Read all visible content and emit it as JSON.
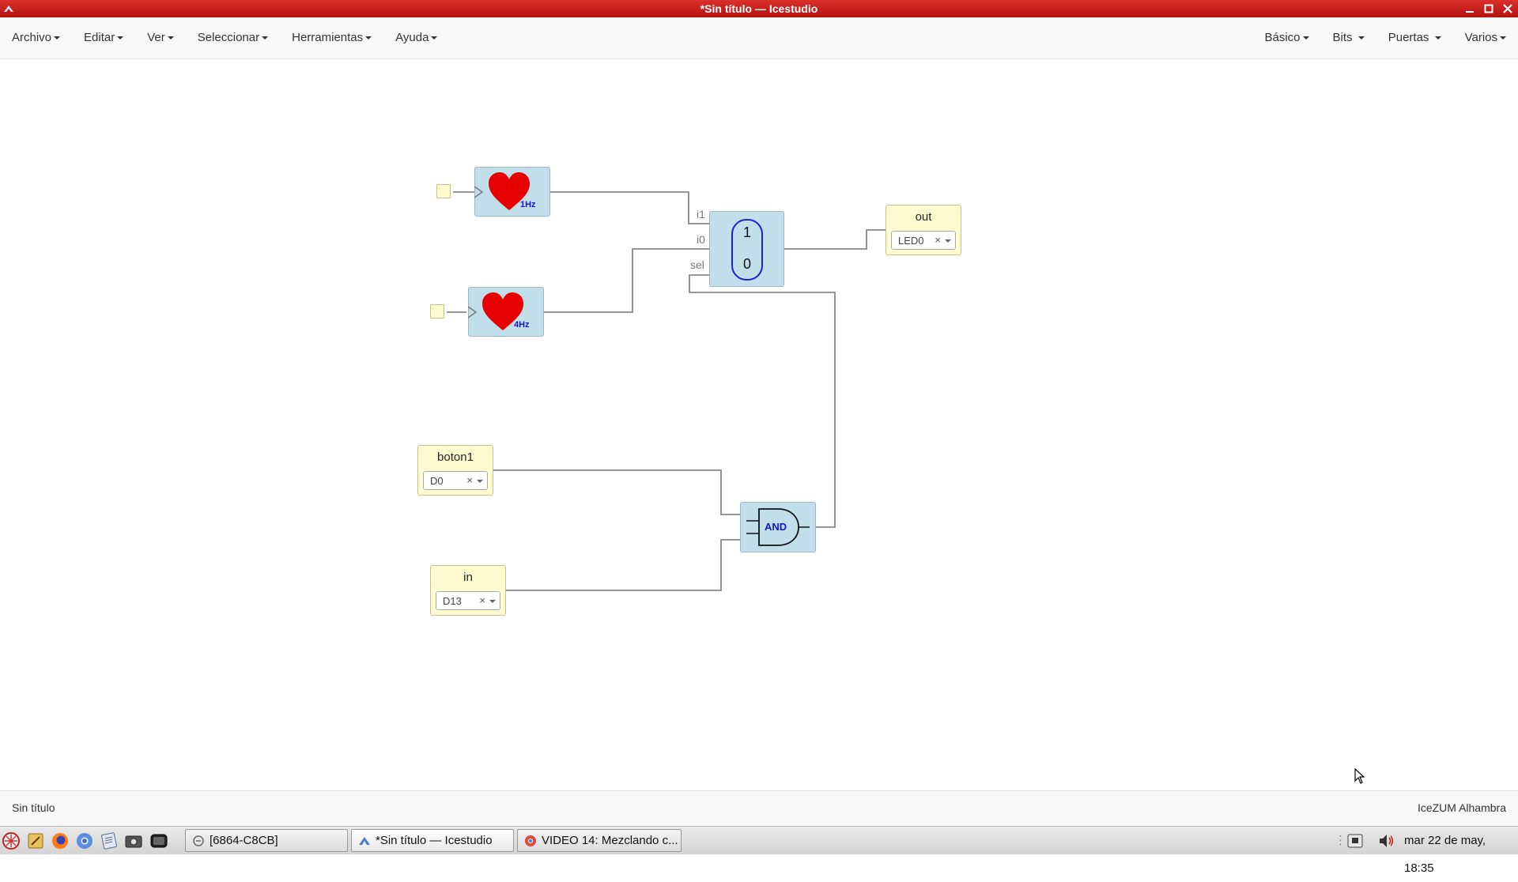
{
  "window": {
    "title": "*Sin título — Icestudio"
  },
  "menu": {
    "left": [
      "Archivo",
      "Editar",
      "Ver",
      "Seleccionar",
      "Herramientas",
      "Ayuda"
    ],
    "right": [
      "Básico",
      "Bits",
      "Puertas",
      "Varios"
    ]
  },
  "canvas": {
    "clock1": {
      "freq": "1Hz"
    },
    "clock2": {
      "freq": "4Hz"
    },
    "mux": {
      "ports": {
        "i1": "i1",
        "i0": "i0",
        "sel": "sel"
      },
      "label_top": "1",
      "label_bottom": "0"
    },
    "output": {
      "name": "out",
      "pin": "LED0",
      "clear": "×"
    },
    "input_boton1": {
      "name": "boton1",
      "pin": "D0",
      "clear": "×"
    },
    "input_in": {
      "name": "in",
      "pin": "D13",
      "clear": "×"
    },
    "and_gate": {
      "label": "AND"
    }
  },
  "status": {
    "left": "Sin título",
    "right": "IceZUM Alhambra"
  },
  "taskbar": {
    "tasks": [
      {
        "label": "[6864-C8CB]"
      },
      {
        "label": "*Sin título — Icestudio"
      },
      {
        "label": "VIDEO 14: Mezclando c..."
      }
    ],
    "clock": "mar 22 de may, 18:35"
  },
  "colors": {
    "titlebar": "#c41a14",
    "block_fill": "#c0dfeb",
    "io_fill": "#fffbd0",
    "wire": "#777777",
    "accent_text": "#1515c8",
    "heart": "#e60000"
  }
}
